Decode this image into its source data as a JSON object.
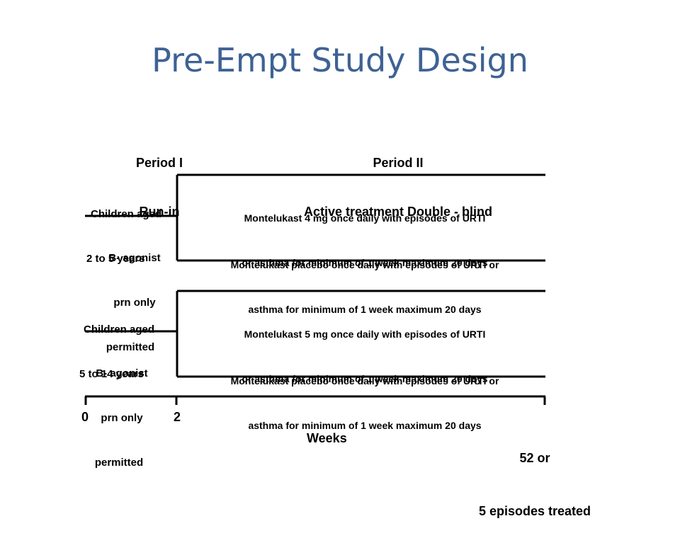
{
  "title": "Pre-Empt Study Design",
  "period1": {
    "line1": "Period I",
    "line2": "Run-in"
  },
  "period2": {
    "line1": "Period II",
    "line2": "Active treatment Double - blind"
  },
  "groups": [
    {
      "age_line1": "Children aged",
      "age_line2": "2 to 5 years",
      "agonist_line1": "B- agonist",
      "agonist_line2": "prn only",
      "agonist_line3": "permitted",
      "arms": [
        {
          "line1": "Montelukast 4 mg once daily with episodes of URTI",
          "line2": "or asthma for minimum of 1 week maximum 20 days"
        },
        {
          "line1": "Montelukast placebo once daily with episodes of URTI or",
          "line2": "asthma for minimum of 1 week maximum 20 days"
        }
      ]
    },
    {
      "age_line1": "Children aged",
      "age_line2": "5 to 14 years",
      "agonist_line1": "B- agonist",
      "agonist_line2": "prn only",
      "agonist_line3": "permitted",
      "arms": [
        {
          "line1": "Montelukast 5 mg once daily with episodes of URTI",
          "line2": "or asthma for minimum of 1 week maximum 20 days"
        },
        {
          "line1": "Montelukast placebo once daily with episodes of URTI or",
          "line2": "asthma for minimum of 1 week maximum 20 days"
        }
      ]
    }
  ],
  "timeline": {
    "tick_start": "0",
    "tick_runin_end": "2",
    "tick_end_line1": "52 or",
    "tick_end_line2": "5 episodes treated",
    "axis_label": "Weeks"
  }
}
